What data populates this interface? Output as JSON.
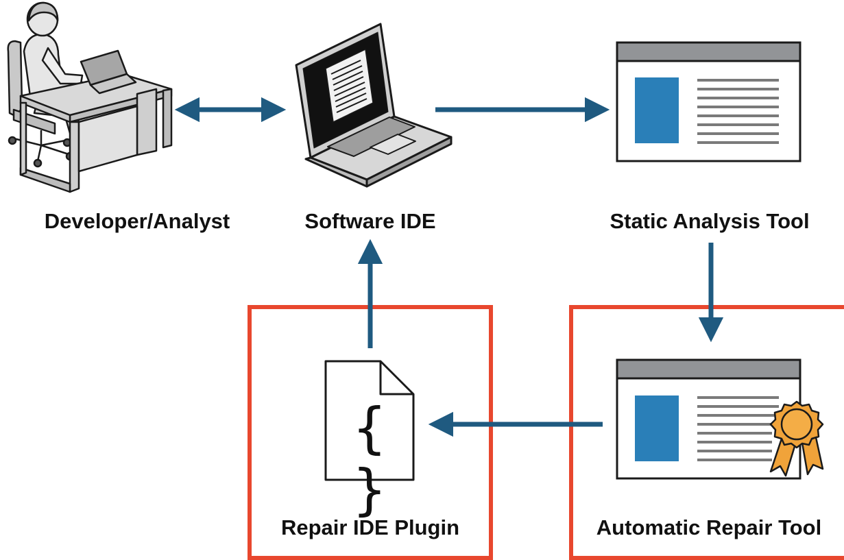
{
  "nodes": {
    "developer": {
      "label": "Developer/Analyst",
      "icon": "developer-at-desk-icon"
    },
    "ide": {
      "label": "Software IDE",
      "icon": "laptop-icon"
    },
    "static_tool": {
      "label": "Static Analysis Tool",
      "icon": "application-window-icon"
    },
    "repair_plugin": {
      "label": "Repair IDE Plugin",
      "icon": "code-file-icon",
      "glyph": "{ }"
    },
    "repair_tool": {
      "label": "Automatic Repair Tool",
      "icon": "certified-window-icon"
    }
  },
  "edges": [
    {
      "from": "developer",
      "to": "ide",
      "direction": "bidirectional"
    },
    {
      "from": "ide",
      "to": "static_tool",
      "direction": "forward"
    },
    {
      "from": "static_tool",
      "to": "repair_tool",
      "direction": "forward"
    },
    {
      "from": "repair_tool",
      "to": "repair_plugin",
      "direction": "forward"
    },
    {
      "from": "repair_plugin",
      "to": "ide",
      "direction": "forward"
    }
  ],
  "highlighted": [
    "repair_plugin",
    "repair_tool"
  ],
  "colors": {
    "arrow": "#1f5a80",
    "highlight": "#e8472e",
    "panel_blue": "#2a7fb8",
    "window_bar": "#929497",
    "badge": "#f0a33a"
  }
}
